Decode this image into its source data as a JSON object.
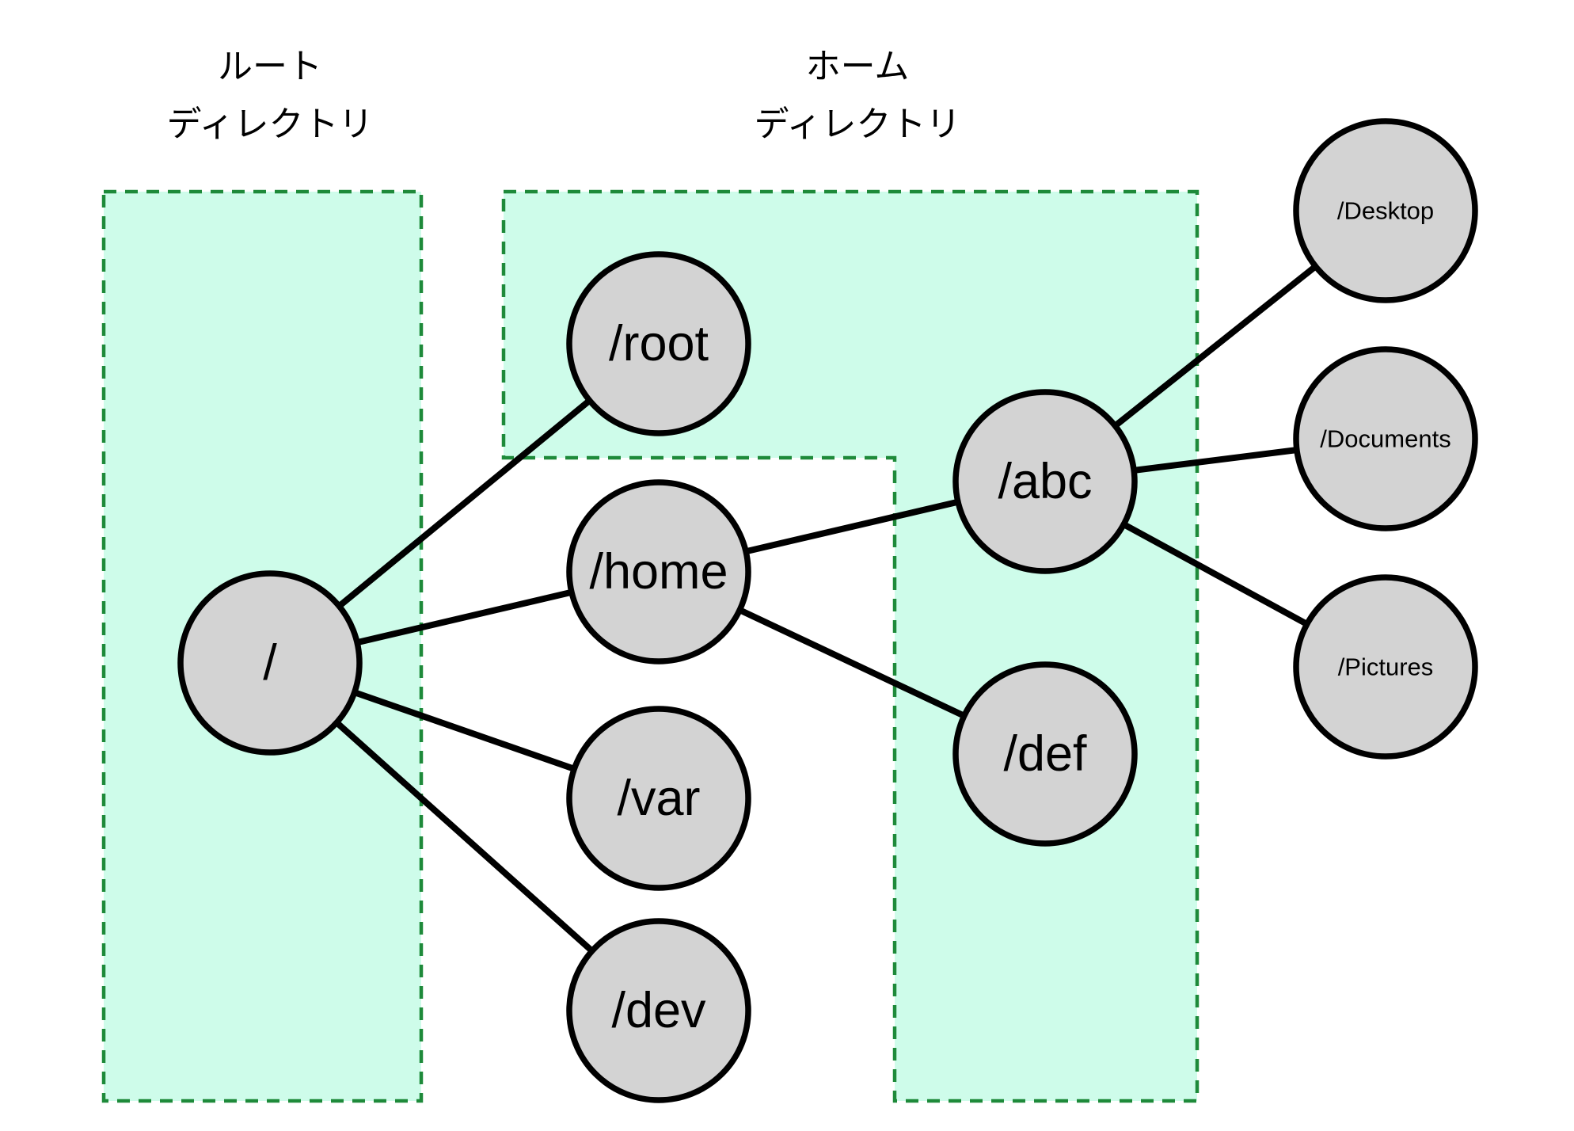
{
  "regions": [
    {
      "id": "root",
      "label_lines": [
        "ルート",
        "ディレクトリ"
      ]
    },
    {
      "id": "home",
      "label_lines": [
        "ホーム",
        "ディレクトリ"
      ]
    }
  ],
  "nodes": [
    {
      "id": "slash",
      "label": "/"
    },
    {
      "id": "root",
      "label": "/root"
    },
    {
      "id": "home",
      "label": "/home"
    },
    {
      "id": "var",
      "label": "/var"
    },
    {
      "id": "dev",
      "label": "/dev"
    },
    {
      "id": "abc",
      "label": "/abc"
    },
    {
      "id": "def",
      "label": "/def"
    },
    {
      "id": "desktop",
      "label": "/Desktop"
    },
    {
      "id": "documents",
      "label": "/Documents"
    },
    {
      "id": "pictures",
      "label": "/Pictures"
    }
  ],
  "edges": [
    {
      "from": "slash",
      "to": "root"
    },
    {
      "from": "slash",
      "to": "home"
    },
    {
      "from": "slash",
      "to": "var"
    },
    {
      "from": "slash",
      "to": "dev"
    },
    {
      "from": "home",
      "to": "abc"
    },
    {
      "from": "home",
      "to": "def"
    },
    {
      "from": "abc",
      "to": "desktop"
    },
    {
      "from": "abc",
      "to": "documents"
    },
    {
      "from": "abc",
      "to": "pictures"
    }
  ],
  "colors": {
    "region_fill": "#cefcea",
    "region_border": "#1e8a3a",
    "node_fill": "#d3d3d3",
    "node_stroke": "#000000",
    "edge": "#000000"
  }
}
